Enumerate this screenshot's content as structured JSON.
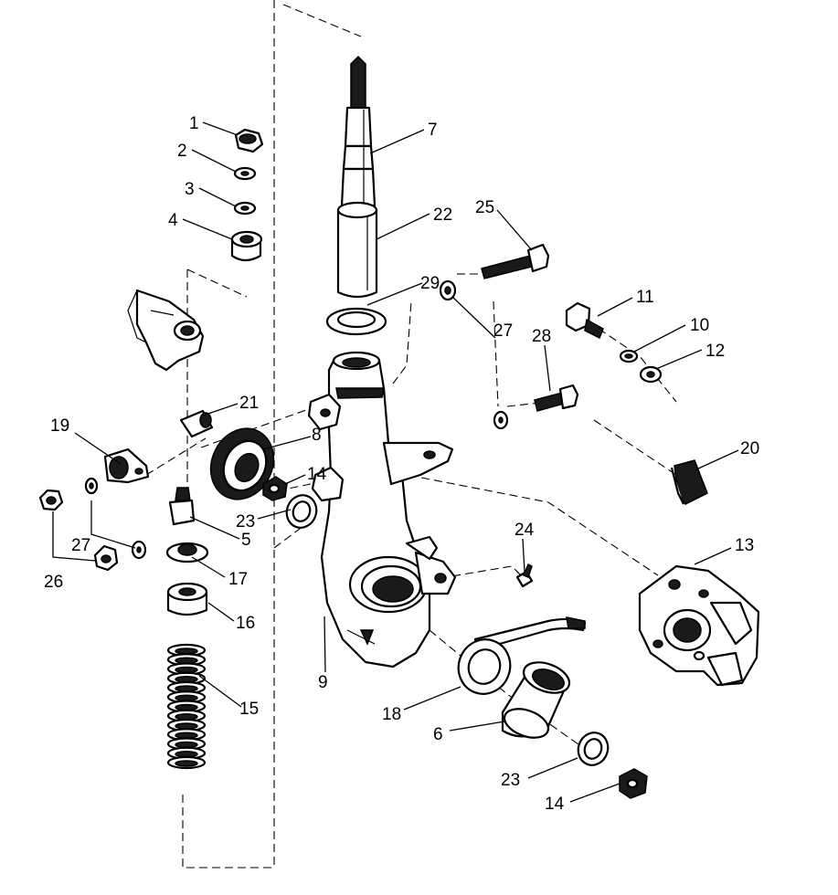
{
  "callouts": [
    {
      "id": "c1",
      "text": "1"
    },
    {
      "id": "c2",
      "text": "2"
    },
    {
      "id": "c3",
      "text": "3"
    },
    {
      "id": "c4",
      "text": "4"
    },
    {
      "id": "c7",
      "text": "7"
    },
    {
      "id": "c22",
      "text": "22"
    },
    {
      "id": "c25",
      "text": "25"
    },
    {
      "id": "c29",
      "text": "29"
    },
    {
      "id": "c27a",
      "text": "27"
    },
    {
      "id": "c11",
      "text": "11"
    },
    {
      "id": "c10",
      "text": "10"
    },
    {
      "id": "c12",
      "text": "12"
    },
    {
      "id": "c28",
      "text": "28"
    },
    {
      "id": "c21",
      "text": "21"
    },
    {
      "id": "c19",
      "text": "19"
    },
    {
      "id": "c8",
      "text": "8"
    },
    {
      "id": "c14a",
      "text": "14"
    },
    {
      "id": "c20",
      "text": "20"
    },
    {
      "id": "c23a",
      "text": "23"
    },
    {
      "id": "c5",
      "text": "5"
    },
    {
      "id": "c27b",
      "text": "27"
    },
    {
      "id": "c24",
      "text": "24"
    },
    {
      "id": "c13",
      "text": "13"
    },
    {
      "id": "c26",
      "text": "26"
    },
    {
      "id": "c17",
      "text": "17"
    },
    {
      "id": "c16",
      "text": "16"
    },
    {
      "id": "c9",
      "text": "9"
    },
    {
      "id": "c15",
      "text": "15"
    },
    {
      "id": "c18",
      "text": "18"
    },
    {
      "id": "c6",
      "text": "6"
    },
    {
      "id": "c23b",
      "text": "23"
    },
    {
      "id": "c14b",
      "text": "14"
    }
  ]
}
